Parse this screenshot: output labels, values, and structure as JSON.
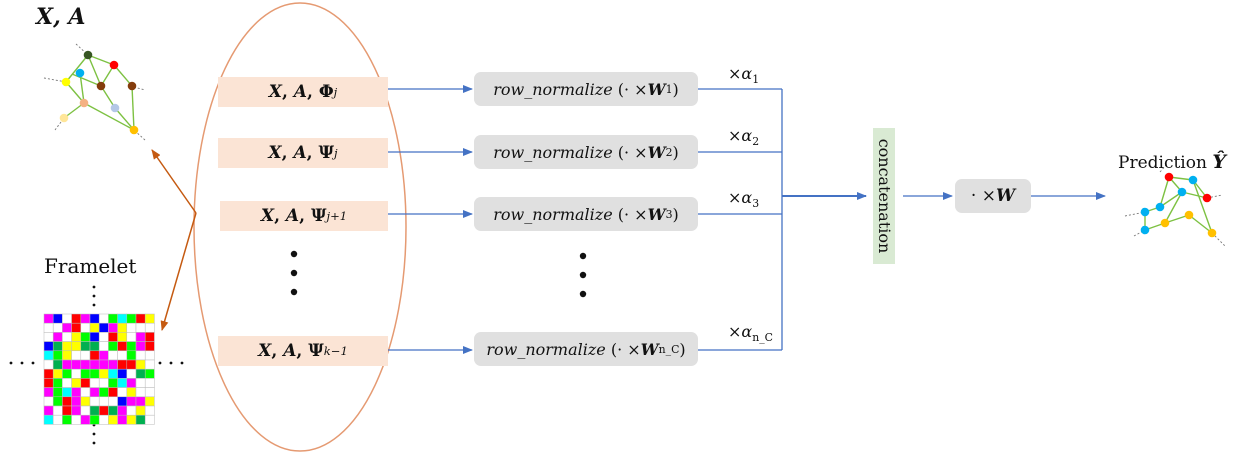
{
  "graph_input": {
    "label": "X, A"
  },
  "framelet": {
    "label": "Framelet"
  },
  "inputs": [
    {
      "a": "X",
      "b": "A",
      "op": "Φ",
      "sub": "j"
    },
    {
      "a": "X",
      "b": "A",
      "op": "Ψ",
      "sub": "j"
    },
    {
      "a": "X",
      "b": "A",
      "op": "Ψ",
      "sub": "j+1"
    },
    {
      "a": "X",
      "b": "A",
      "op": "Ψ",
      "sub": "k−1"
    }
  ],
  "operations": [
    {
      "func": "row_normalize",
      "arg": "(· × ",
      "w": "W",
      "sub": "1",
      "close": ")"
    },
    {
      "func": "row_normalize",
      "arg": "(· × ",
      "w": "W",
      "sub": "2",
      "close": ")"
    },
    {
      "func": "row_normalize",
      "arg": "(· × ",
      "w": "W",
      "sub": "3",
      "close": ")"
    },
    {
      "func": "row_normalize",
      "arg": "(· × ",
      "w": "W",
      "sub": "n_C",
      "close": ")"
    }
  ],
  "alphas": [
    {
      "prefix": "×α",
      "sub": "1"
    },
    {
      "prefix": "×α",
      "sub": "2"
    },
    {
      "prefix": "×α",
      "sub": "3"
    },
    {
      "prefix": "×α",
      "sub": "n_C"
    }
  ],
  "concat": {
    "label": "concatenation"
  },
  "final": {
    "prefix": "· × ",
    "w": "W"
  },
  "prediction": {
    "label": "Prediction",
    "symbol": "Ŷ"
  },
  "colors": {
    "arrow": "#4472c4",
    "accent_arrow": "#c55a11",
    "ellipse": "#e59a72",
    "input_fill": "#fbe4d5",
    "op_fill": "#e0e0e0",
    "concat_fill": "#d9ead3",
    "graph_edge": "#7dc142"
  }
}
